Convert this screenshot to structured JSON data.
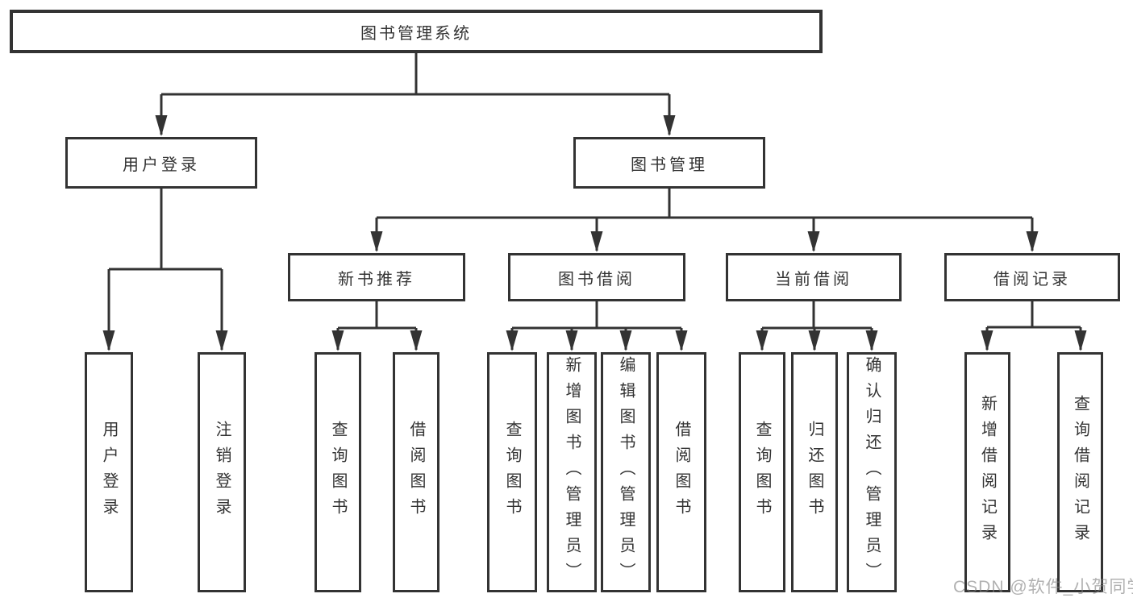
{
  "diagram": {
    "root": {
      "label": "图书管理系统",
      "children": [
        {
          "label": "用户登录",
          "children": [
            {
              "label": "用户登录"
            },
            {
              "label": "注销登录"
            }
          ]
        },
        {
          "label": "图书管理",
          "children": [
            {
              "label": "新书推荐",
              "children": [
                {
                  "label": "查询图书"
                },
                {
                  "label": "借阅图书"
                }
              ]
            },
            {
              "label": "图书借阅",
              "children": [
                {
                  "label": "查询图书"
                },
                {
                  "label": "新增图书（管理员）"
                },
                {
                  "label": "编辑图书（管理员）"
                },
                {
                  "label": "借阅图书"
                }
              ]
            },
            {
              "label": "当前借阅",
              "children": [
                {
                  "label": "查询图书"
                },
                {
                  "label": "归还图书"
                },
                {
                  "label": "确认归还（管理员）"
                }
              ]
            },
            {
              "label": "借阅记录",
              "children": [
                {
                  "label": "新增借阅记录"
                },
                {
                  "label": "查询借阅记录"
                }
              ]
            }
          ]
        }
      ]
    },
    "colors": {
      "line": "#333333",
      "text": "#333333",
      "box_background": "#ffffff",
      "watermark": "#7e7e7e",
      "background": "#ffffff"
    }
  },
  "watermark": {
    "text": "CSDN @软件_小贺同学"
  }
}
